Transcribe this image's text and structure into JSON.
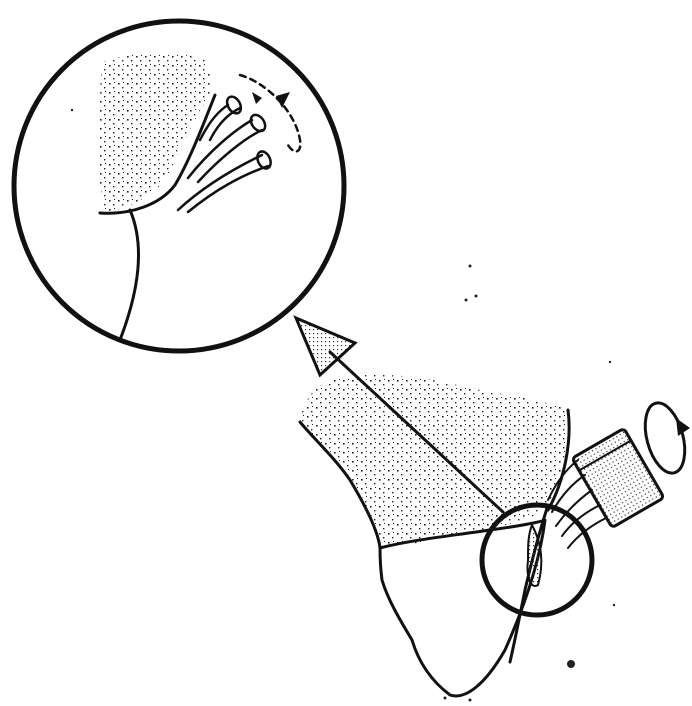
{
  "figure": {
    "style": "black ink line drawing with stippled shading",
    "colors": {
      "ink": "#111111",
      "paper": "#ffffff",
      "speckle": "#222222"
    },
    "parts": [
      "magnified-view-circle",
      "zoom-arrow",
      "bone-stippled-region",
      "bone-lower-region",
      "detail-circle",
      "grinding-cylinder",
      "rotation-arrow"
    ]
  }
}
